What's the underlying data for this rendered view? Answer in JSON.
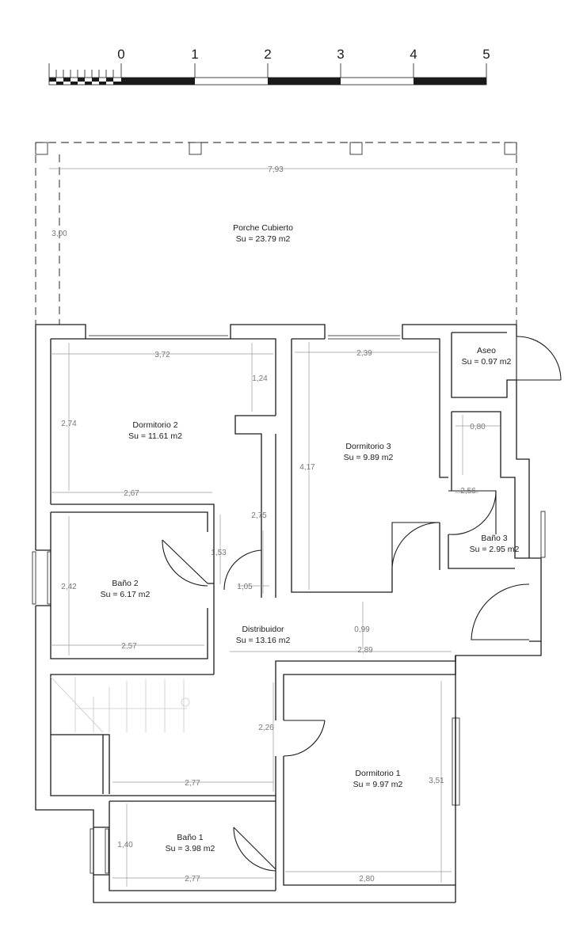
{
  "scale_bar": {
    "labels": [
      "0",
      "1",
      "2",
      "3",
      "4",
      "5"
    ]
  },
  "rooms": {
    "porche": {
      "name": "Porche Cubierto",
      "area": "Su = 23.79 m2"
    },
    "aseo": {
      "name": "Aseo",
      "area": "Su = 0.97 m2"
    },
    "dormitorio2": {
      "name": "Dormitorio 2",
      "area": "Su = 11.61 m2"
    },
    "dormitorio3": {
      "name": "Dormitorio 3",
      "area": "Su = 9.89 m2"
    },
    "bano3": {
      "name": "Baño 3",
      "area": "Su = 2.95 m2"
    },
    "bano2": {
      "name": "Baño 2",
      "area": "Su = 6.17 m2"
    },
    "distribuidor": {
      "name": "Distribuidor",
      "area": "Su = 13.16 m2"
    },
    "dormitorio1": {
      "name": "Dormitorio 1",
      "area": "Su = 9.97 m2"
    },
    "bano1": {
      "name": "Baño 1",
      "area": "Su = 3.98 m2"
    }
  },
  "dimensions": {
    "porche_width": "7,93",
    "porche_depth": "3,00",
    "d2_width": "3,72",
    "d2_closet": "1,24",
    "d2_depth": "2,74",
    "d2_lower_width": "2,67",
    "d3_width": "2,39",
    "d3_depth": "4,17",
    "b3_width_top": "0,80",
    "b3_width": "2,56",
    "hall_vertical": "2,75",
    "b2_door": "1,53",
    "hall_narrow": "1,05",
    "b2_depth": "2,42",
    "b2_width": "2,57",
    "hall_short": "0,99",
    "hall_width": "2,89",
    "stair_height": "2,26",
    "stair_width": "2,77",
    "d1_depth": "3,51",
    "b1_depth": "1,40",
    "b1_width": "2,77",
    "d1_width": "2,80"
  }
}
